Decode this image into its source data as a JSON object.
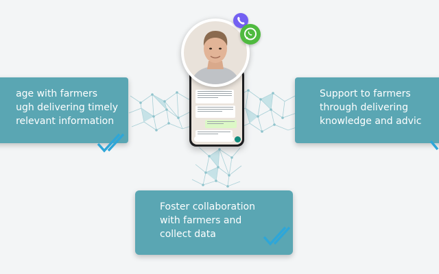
{
  "cards": {
    "left": {
      "lines": [
        "age with farmers",
        "ugh delivering timely",
        "relevant information"
      ]
    },
    "right": {
      "lines": [
        "Support to farmers",
        "through delivering",
        "knowledge and advic"
      ]
    },
    "bottom": {
      "lines": [
        "Foster collaboration",
        "with farmers and",
        "collect data"
      ]
    }
  },
  "icons": {
    "viber": "viber-icon",
    "whatsapp": "whatsapp-icon",
    "checkmarks": "double-check-icon"
  },
  "colors": {
    "card_fill": "#5aa6b3",
    "network": "#8fc3cc",
    "checks": "#2ea6d8",
    "viber": "#7360f2",
    "whatsapp": "#4fba3f"
  }
}
